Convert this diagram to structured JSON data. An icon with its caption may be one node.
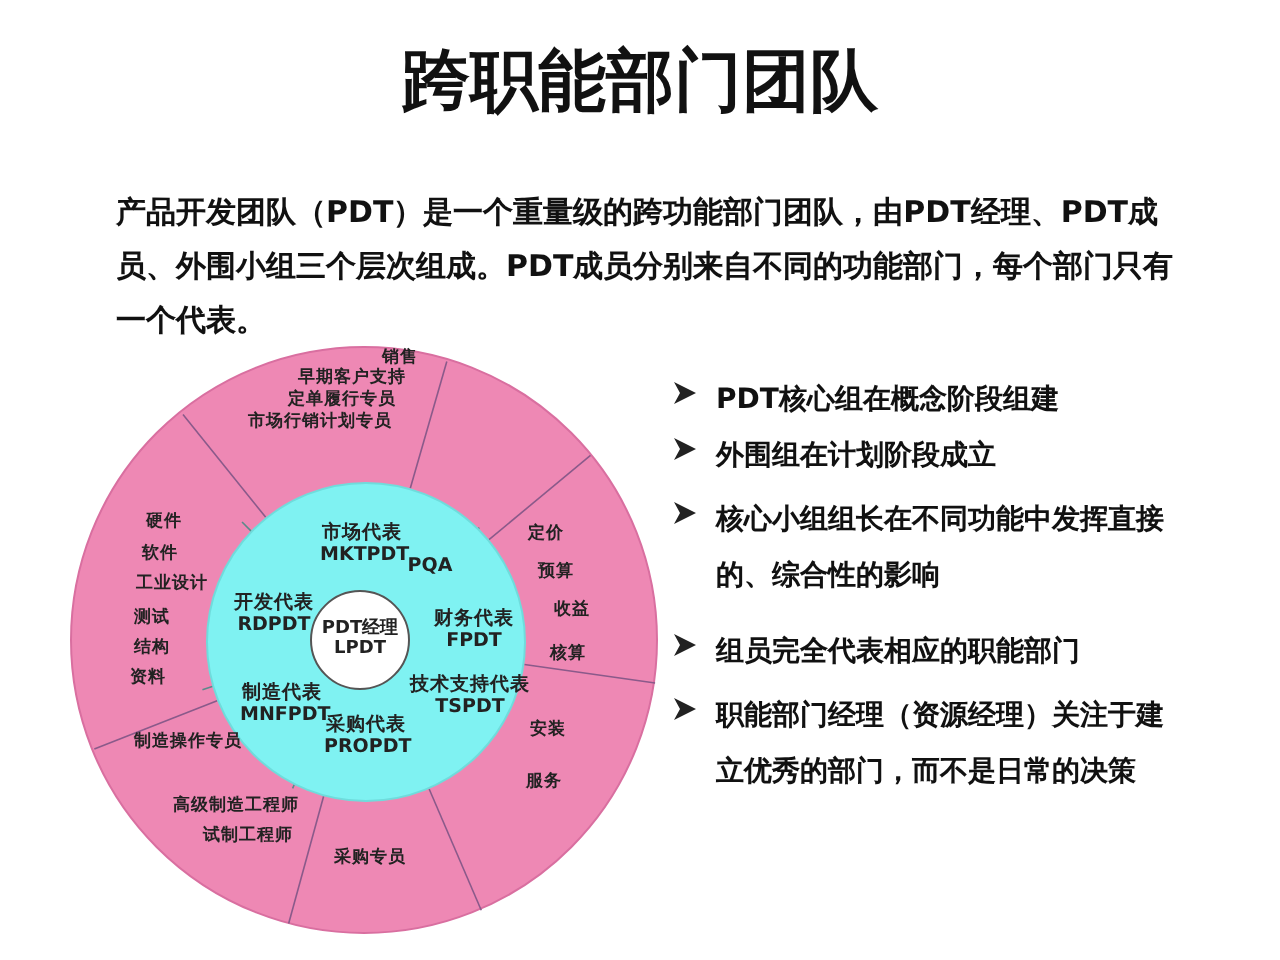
{
  "diagram": {
    "title": "跨职能部门团队",
    "nodes": [
      {
        "text": [
          "销售",
          "早期客户支持",
          "定单履行专员",
          "市场行销计划专员",
          "硬件",
          "软件",
          "工业设计",
          "测试",
          "结构",
          "资料",
          "定价",
          "预算",
          "收益",
          "核算",
          "制造操作专员",
          "高级制造工程师",
          "试制工程师",
          "安装",
          "服务",
          "采购专员"
        ]
      },
      {
        "text": [
          "市场代表 MKTPDT",
          "PQA",
          "开发代表 RDPDT",
          "财务代表 FPDT",
          "制造代表 MNFPDT",
          "技术支持代表 TSPDT",
          "采购代表 PROPDT"
        ],
        "in": 0
      },
      {
        "text": [
          "PDT经理 LPDT"
        ],
        "in": 1
      }
    ],
    "edges": [],
    "labels": [
      "产品开发团队（PDT）是一个重量级的跨功能部门团队，由PDT经理、PDT成员、外围小组三个层次组成。PDT成员分别来自不同的功能部门，每个部门只有一个代表。",
      "PDT核心组在概念阶段组建",
      "外围组在计划阶段成立",
      "核心小组组长在不同功能中发挥直接的、综合性的影响",
      "组员完全代表相应的职能部门",
      "职能部门经理（资源经理）关注于建立优秀的部门，而不是日常的决策"
    ]
  }
}
